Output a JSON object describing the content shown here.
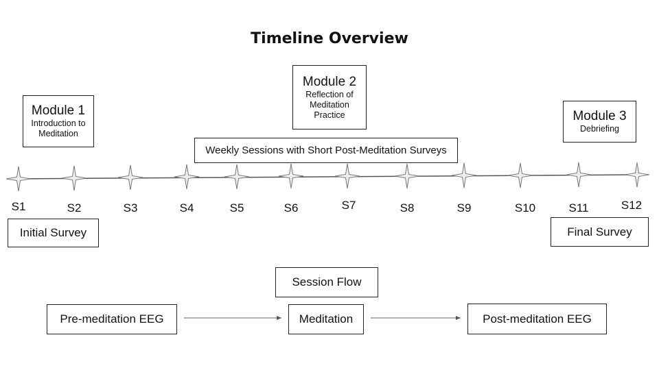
{
  "title": "Timeline Overview",
  "modules": [
    {
      "name": "Module 1",
      "desc": "Introduction to Meditation"
    },
    {
      "name": "Module 2",
      "desc": "Reflection of Meditation Practice"
    },
    {
      "name": "Module 3",
      "desc": "Debriefing"
    }
  ],
  "weekly_sessions": "Weekly Sessions with Short Post-Meditation Surveys",
  "sessions": [
    "S1",
    "S2",
    "S3",
    "S4",
    "S5",
    "S6",
    "S7",
    "S8",
    "S9",
    "S10",
    "S11",
    "S12"
  ],
  "initial_survey": "Initial Survey",
  "final_survey": "Final Survey",
  "session_flow": {
    "title": "Session Flow",
    "steps": [
      "Pre-meditation EEG",
      "Meditation",
      "Post-meditation EEG"
    ]
  },
  "colors": {
    "star_fill": "#eeeeee",
    "line": "#555555"
  }
}
